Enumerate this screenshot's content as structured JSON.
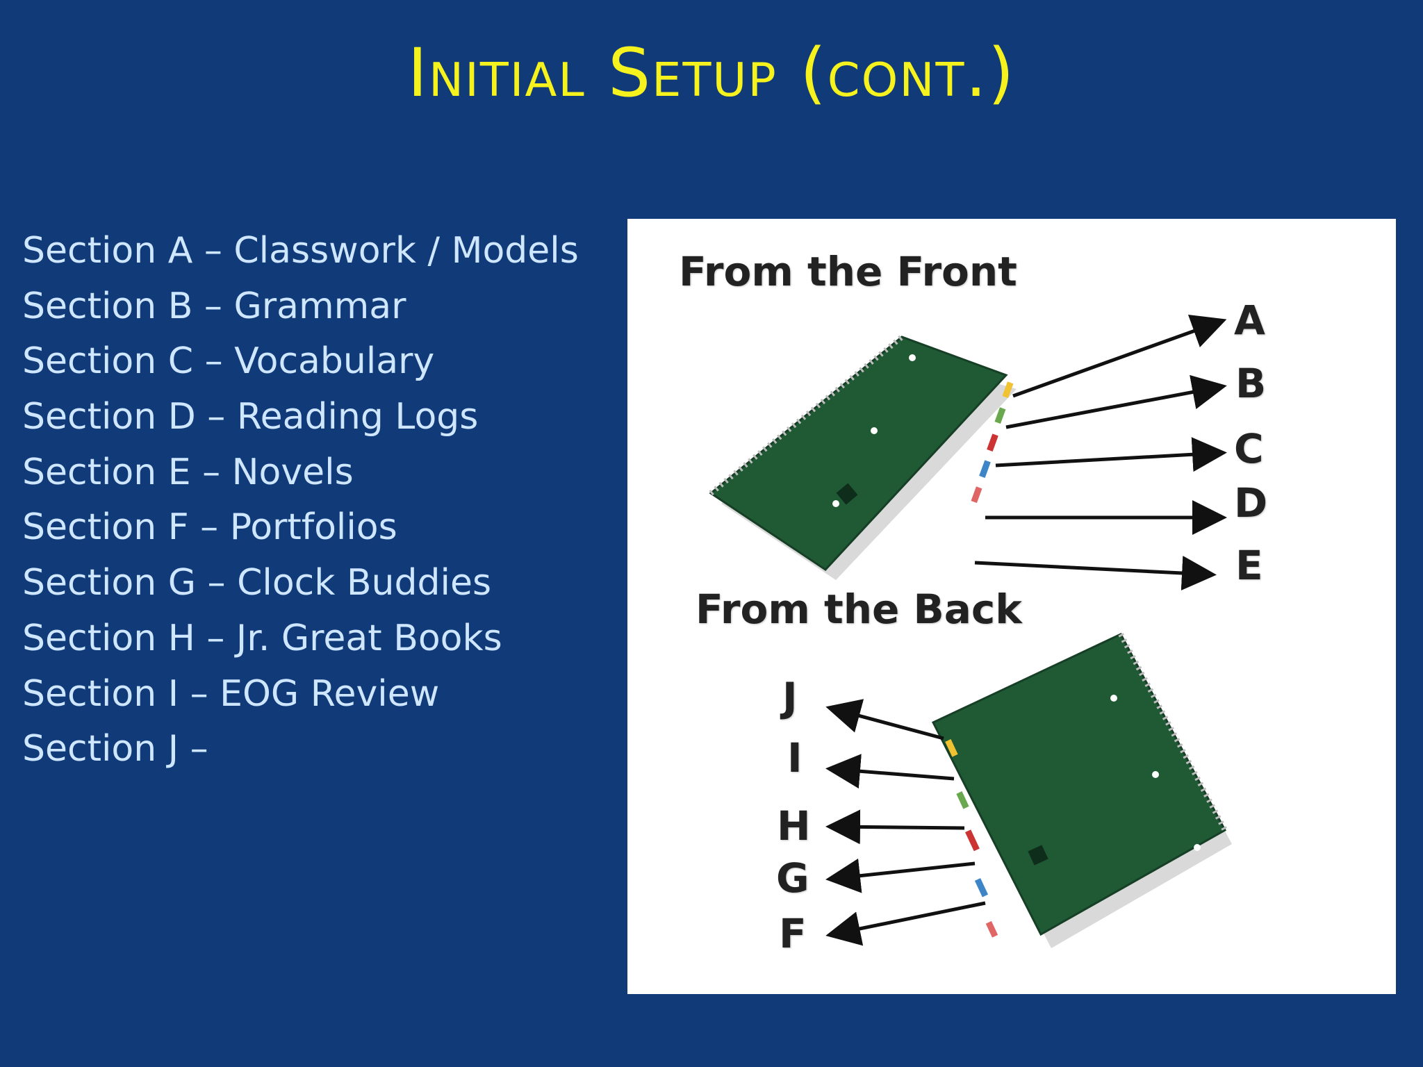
{
  "slide": {
    "title": "Initial Setup (cont.)",
    "sections": [
      "Section A – Classwork / Models",
      "Section B – Grammar",
      "Section C – Vocabulary",
      "Section D – Reading Logs",
      "Section E – Novels",
      "Section F – Portfolios",
      "Section G – Clock Buddies",
      "Section H – Jr. Great Books",
      "Section I – EOG Review",
      "Section J –"
    ]
  },
  "figure": {
    "front_heading": "From the Front",
    "back_heading": "From the Back",
    "front_labels": [
      "A",
      "B",
      "C",
      "D",
      "E"
    ],
    "back_labels": [
      "J",
      "I",
      "H",
      "G",
      "F"
    ]
  },
  "colors": {
    "background": "#113a79",
    "title": "#f6f21e",
    "body_text": "#cfe6ff",
    "notebook_cover": "#1f5a35",
    "tab_colors": [
      "#f1c232",
      "#6aa84f",
      "#cc3333",
      "#3d85c6",
      "#e06666"
    ]
  }
}
